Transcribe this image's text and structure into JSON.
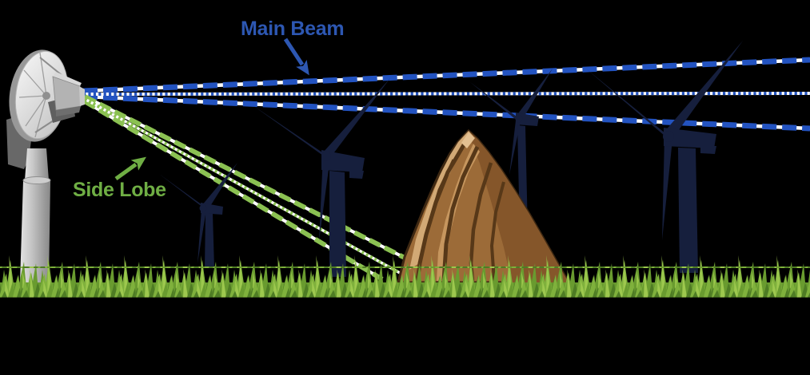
{
  "scene": {
    "description": "radar-antenna-wind-turbine-interference-diagram",
    "background_color": "#000000"
  },
  "annotations": {
    "main_beam": {
      "label": "Main Beam"
    },
    "side_lobe": {
      "label": "Side Lobe"
    }
  },
  "objects": {
    "radar_dish": "parabolic-antenna-on-pedestal",
    "wind_turbine_count": 4,
    "rock": "brown-layered-rock",
    "grass": "grass-strip-foreground",
    "main_beam_lines": 3,
    "side_lobe_lines": 3
  },
  "colors": {
    "bg": "#000000",
    "label-blue": "#2d57b2",
    "beam-blue": "#2353c0",
    "label-green": "#6fae44",
    "beam-green": "#8bc152",
    "beam-white": "#ffffff",
    "turbine-navy": "#161f3d",
    "rock-mid": "#9c6b38",
    "rock-dark-face": "#85562a",
    "rock-light": "#d2a975",
    "rock-light2": "#c6965e",
    "rock-crevice": "#573818",
    "rock-outline": "#3e2812",
    "rock-peak-light": "#e3c091",
    "grass-dark": "#4e7c24",
    "grass-mid": "#699b2f",
    "grass-bright": "#7fb13c",
    "grass-light": "#9dc84e",
    "dish-light": "#ededed",
    "dish-mid": "#b9b9b9",
    "dish-dark": "#7a7a7a"
  }
}
